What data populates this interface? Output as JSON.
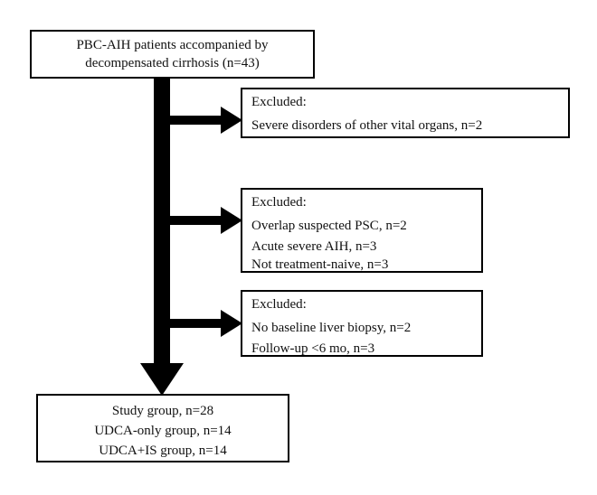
{
  "top_box": {
    "lines": [
      "PBC-AIH patients accompanied by",
      "decompensated cirrhosis (n=43)"
    ]
  },
  "exclusion_boxes": [
    {
      "heading": "Excluded:",
      "items": [
        "Severe disorders of other vital organs, n=2"
      ]
    },
    {
      "heading": "Excluded:",
      "items": [
        "Overlap suspected PSC, n=2",
        "Acute severe AIH, n=3",
        "Not treatment-naive, n=3"
      ]
    },
    {
      "heading": "Excluded:",
      "items": [
        "No baseline liver biopsy, n=2",
        "Follow-up <6 mo, n=3"
      ]
    }
  ],
  "bottom_box": {
    "lines": [
      "Study group, n=28",
      "UDCA-only group, n=14",
      "UDCA+IS group, n=14"
    ]
  },
  "colors": {
    "arrow": "#000000",
    "box_border": "#000000",
    "text": "#111111"
  }
}
